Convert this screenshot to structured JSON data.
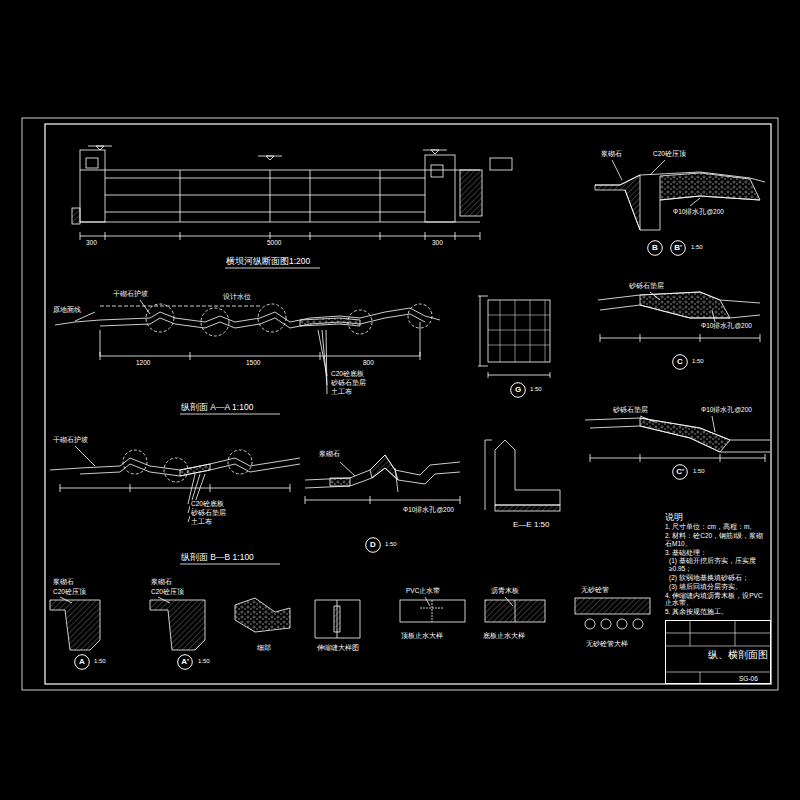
{
  "diagram": {
    "nodes": [
      {
        "text": [
          "B"
        ]
      },
      {
        "text": [
          "B'"
        ]
      },
      {
        "text": [
          "C"
        ]
      },
      {
        "text": [
          "G"
        ]
      },
      {
        "text": [
          "C'"
        ]
      },
      {
        "text": [
          "D"
        ]
      },
      {
        "text": [
          "A"
        ]
      },
      {
        "text": [
          "A'"
        ]
      },
      {
        "text": [
          "纵、横剖面图",
          "SG-06"
        ]
      }
    ],
    "labels": [
      "横坝河纵断面图1:200",
      "纵剖面 A—A 1:100",
      "纵剖面 B—B 1:100",
      "E—E 1:50",
      "说明",
      "1. 尺寸单位：cm，高程：m。",
      "2. 材料：砼C20，钢筋Ⅰ级，浆砌石M10。",
      "3. 基础处理：",
      "(1) 基础开挖后夯实，压实度≥0.95；",
      "(2) 软弱地基换填砂砾石；",
      "(3) 墙后回填分层夯实。",
      "4. 伸缩缝内填沥青木板，设PVC止水带。",
      "5. 其余按规范施工。",
      "浆砌石",
      "C20砼压顶",
      "Φ10排水孔@200",
      "砂砾石垫层",
      "Φ10排水孔@200",
      "砂砾石垫层",
      "Φ10排水孔@200",
      "原地面线",
      "干砌石护坡",
      "设计水位",
      "C20砼底板",
      "砂砾石垫层",
      "土工布",
      "干砌石护坡",
      "C20砼底板",
      "砂砾石垫层",
      "土工布",
      "Φ10排水孔@200",
      "浆砌石",
      "浆砌石",
      "C20砼压顶",
      "浆砌石",
      "C20砼压顶",
      "细部",
      "伸缩缝大样图",
      "顶板止水大样",
      "底板止水大样",
      "沥青木板",
      "PVC止水带",
      "无砂砼管大样",
      "无砂砼管",
      "5000",
      "300",
      "300",
      "1200",
      "1500",
      "800",
      "1:50",
      "1:50",
      "1:50",
      "1:50",
      "1:50",
      "1:50",
      "1:50"
    ]
  }
}
